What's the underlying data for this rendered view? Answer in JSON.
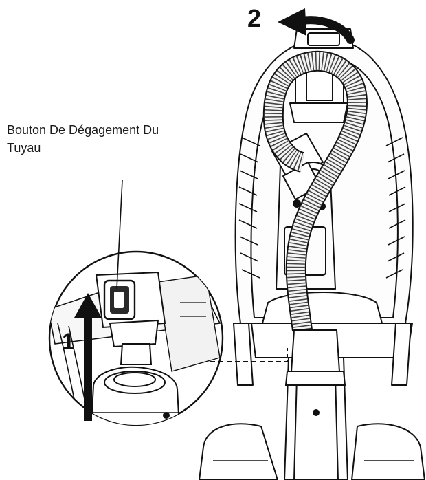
{
  "callout": {
    "line1": "Bouton De Dégagement Du",
    "line2": "Tuyau"
  },
  "steps": {
    "first": "1",
    "second": "2"
  },
  "colors": {
    "ink": "#111111",
    "light_shade": "#f2f2f2",
    "mid_shade": "#9a9a9a",
    "dark_fill": "#2a2a2a"
  }
}
